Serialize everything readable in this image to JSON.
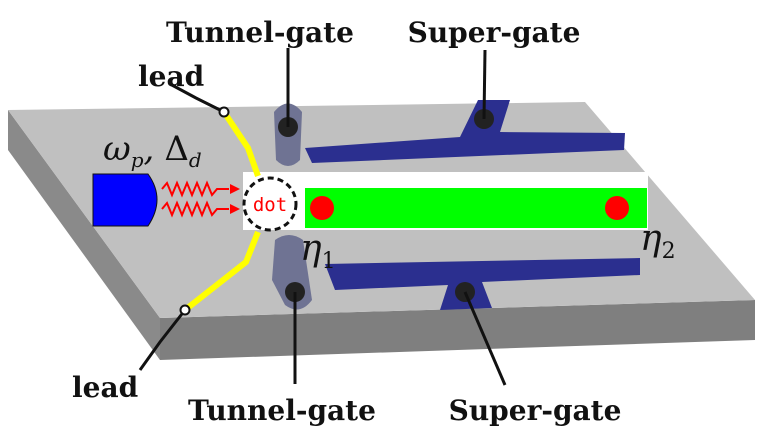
{
  "labels": {
    "tunnel_gate_top": "Tunnel-gate",
    "super_gate_top": "Super-gate",
    "lead_top": "lead",
    "lead_bottom": "lead",
    "tunnel_gate_bottom": "Tunnel-gate",
    "super_gate_bottom": "Super-gate",
    "dot": "dot"
  },
  "symbols": {
    "omega": "ω",
    "omega_sub": "p",
    "comma": ",",
    "delta": "Δ",
    "delta_sub": "d",
    "eta1": "η",
    "eta1_sub": "1",
    "eta2": "η",
    "eta2_sub": "2"
  },
  "colors": {
    "substrate_top": "#c0c0c0",
    "substrate_side": "#7f7f7f",
    "super_gate": "#2b2f8f",
    "tunnel_gate": "#6f7393",
    "nanowire": "#00ff00",
    "majorana": "#ff0000",
    "lead": "#ffff00",
    "source": "#0000ff",
    "photon": "#ff0000",
    "gate_contact": "#222222"
  }
}
